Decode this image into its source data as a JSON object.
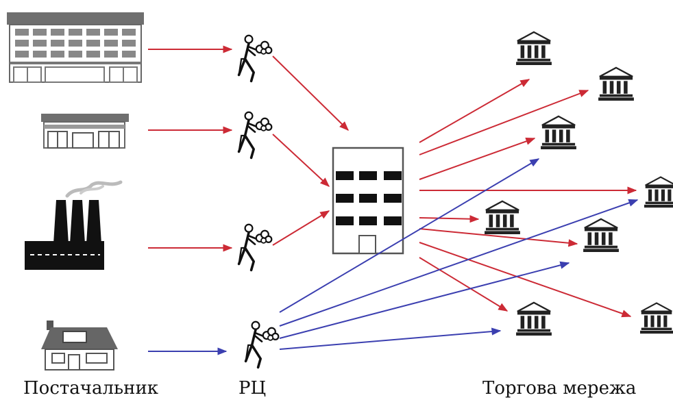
{
  "labels": {
    "suppliers": "Постачальник",
    "dc": "РЦ",
    "retail": "Торгова мережа"
  },
  "colors": {
    "red_arrow": "#cc2a35",
    "blue_arrow": "#3b3fb0",
    "building_dark": "#111111",
    "building_gray": "#6f6f6f"
  },
  "icons": {
    "suppliers": [
      "office-building-icon",
      "shop-icon",
      "factory-icon",
      "house-icon"
    ],
    "couriers": "courier-person-icon",
    "warehouse": "warehouse-building-icon",
    "stores": "bank-building-icon"
  }
}
